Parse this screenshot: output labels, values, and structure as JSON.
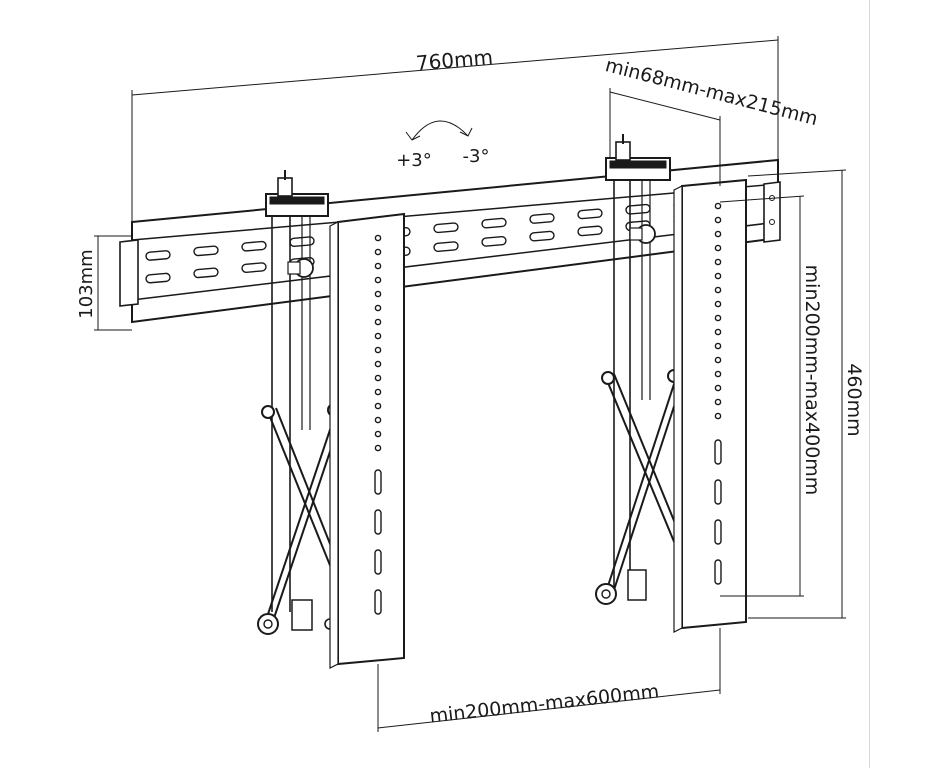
{
  "dimensions": {
    "overall_width": "760mm",
    "arm_spacing_top": "min68mm-max215mm",
    "rail_height": "103mm",
    "arm_height": "460mm",
    "hole_spacing_vertical": "min200mm-max400mm",
    "hole_spacing_horizontal": "min200mm-max600mm"
  },
  "tilt": {
    "plus": "+3°",
    "minus": "-3°"
  },
  "colors": {
    "line": "#1a1a1a",
    "background": "#ffffff"
  }
}
